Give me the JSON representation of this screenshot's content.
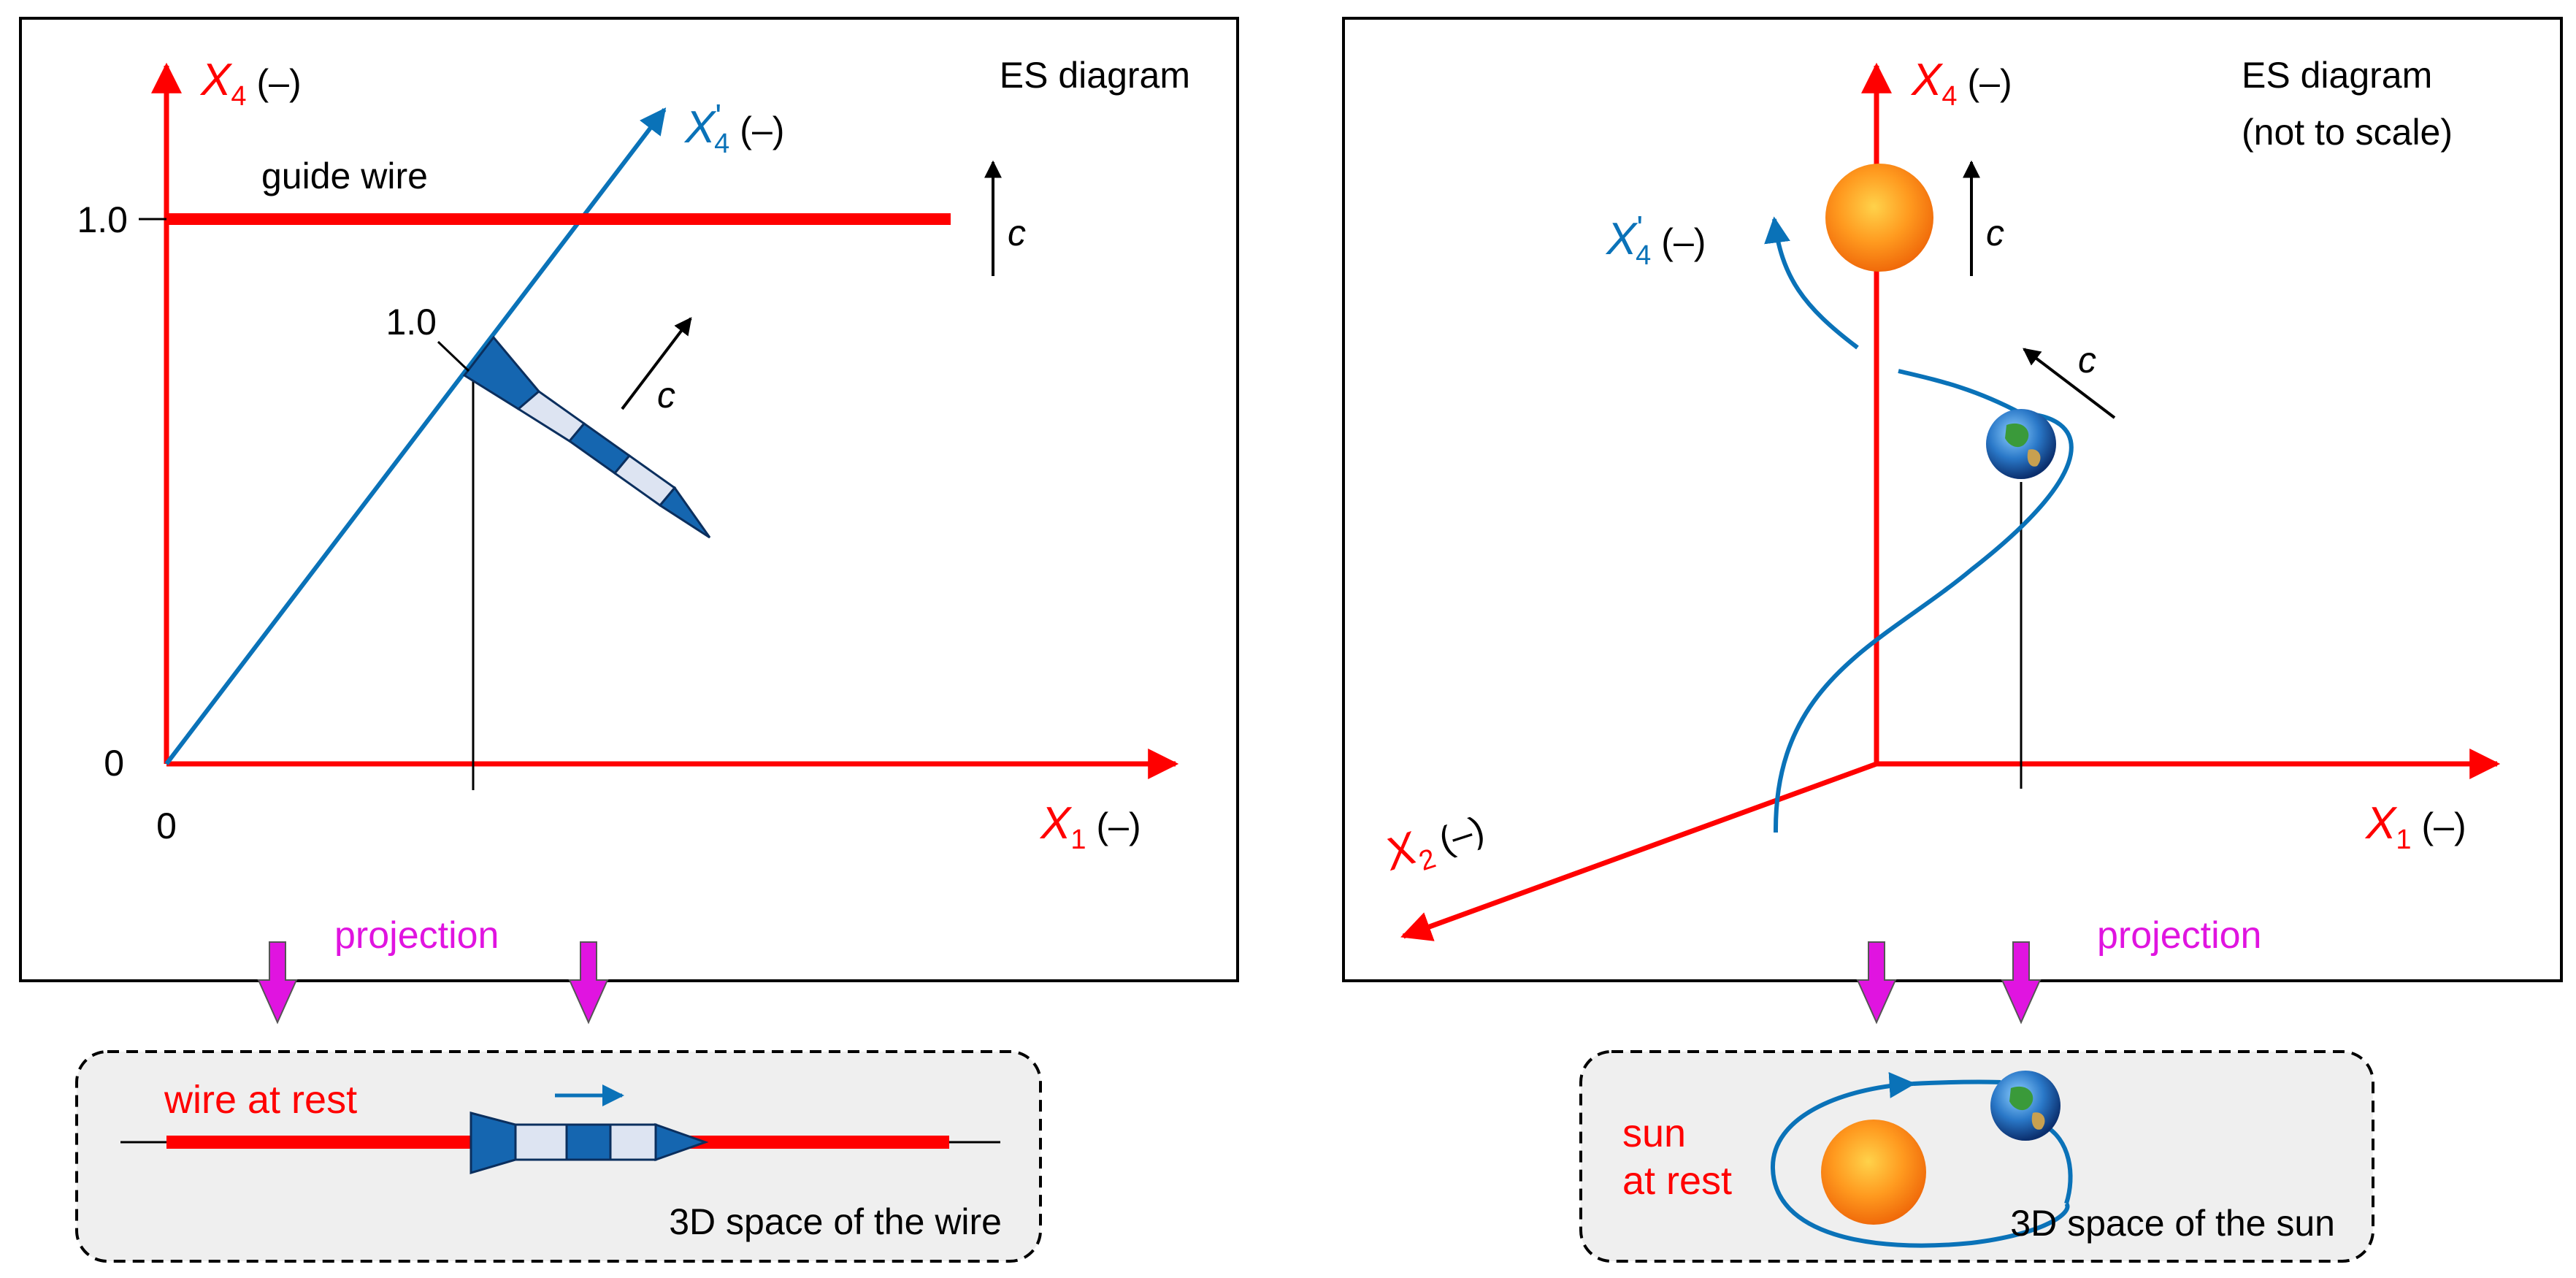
{
  "colors": {
    "red": "#ff0000",
    "blue": "#0a72b8",
    "magenta": "#e014e0",
    "rocket_dark": "#1566b0",
    "rocket_light": "#dde4f2",
    "sun": "#ff8c1a",
    "box_fill": "#efefef"
  },
  "left": {
    "title": "ES diagram",
    "x4_letter": "X",
    "x4_sub": "4",
    "x4_unit": "(–)",
    "x4p_letter": "X",
    "x4p_sub": "4",
    "x4p_prime": "'",
    "x4p_unit": "(–)",
    "x1_letter": "X",
    "x1_sub": "1",
    "x1_unit": "(–)",
    "tick_1": "1.0",
    "tick_0_y": "0",
    "tick_0_x": "0",
    "guide_wire": "guide wire",
    "rocket_tick": "1.0",
    "c_right": "c",
    "c_rocket": "c",
    "projection": "projection",
    "box_label_red": "wire at rest",
    "box_label": "3D space of the wire"
  },
  "right": {
    "title_line1": "ES diagram",
    "title_line2": "(not to scale)",
    "x4_letter": "X",
    "x4_sub": "4",
    "x4_unit": "(–)",
    "x4p_letter": "X",
    "x4p_sub": "4",
    "x4p_prime": "'",
    "x4p_unit": "(–)",
    "x1_letter": "X",
    "x1_sub": "1",
    "x1_unit": "(–)",
    "x2_letter": "X",
    "x2_sub": "2",
    "x2_unit": "(–)",
    "c_sun": "c",
    "c_earth": "c",
    "projection": "projection",
    "box_label_red_1": "sun",
    "box_label_red_2": "at rest",
    "box_label": "3D space of the sun"
  },
  "icons": {
    "sun": "sun-icon",
    "earth": "earth-icon",
    "rocket": "rocket-icon",
    "arrow": "projection-arrow-icon"
  }
}
